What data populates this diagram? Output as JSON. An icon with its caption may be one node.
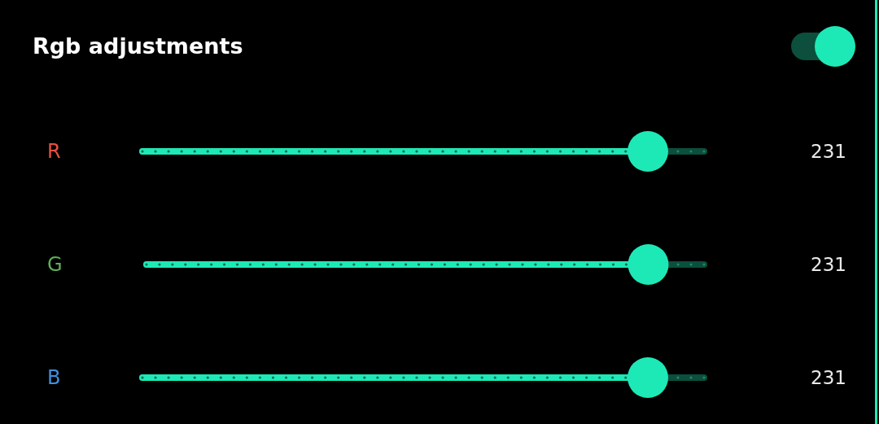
{
  "diagram": {
    "title": "Rgb adjustments",
    "labels": [
      "R",
      "231",
      "G",
      "231",
      "B",
      "231"
    ]
  }
}
